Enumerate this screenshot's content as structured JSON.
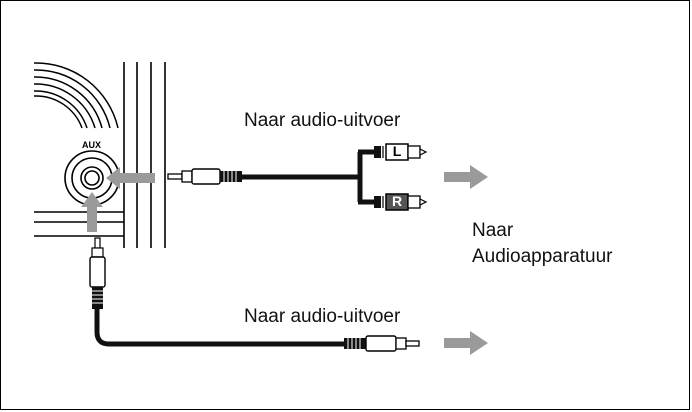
{
  "labels": {
    "aux": "AUX",
    "top_output": "Naar audio-uitvoer",
    "bottom_output": "Naar audio-uitvoer",
    "equipment_line1": "Naar",
    "equipment_line2": "Audioapparatuur",
    "plug_left": "L",
    "plug_right": "R"
  },
  "colors": {
    "arrow": "#9a9a9a",
    "cable": "#111111",
    "line": "#000000"
  }
}
